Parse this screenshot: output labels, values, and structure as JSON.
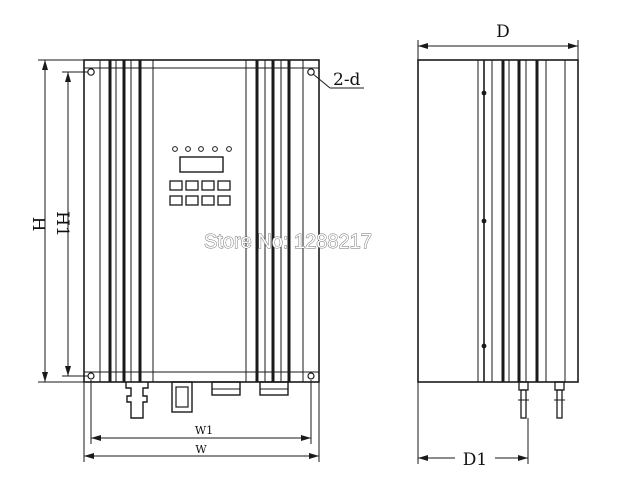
{
  "labels": {
    "height": "H",
    "height_inner": "H1",
    "width": "W",
    "width_inner": "W1",
    "depth": "D",
    "depth_inner": "D1",
    "hole_note": "2-d"
  },
  "watermark": "Store No: 1288217",
  "colors": {
    "line": "#1a1a1a",
    "background": "#ffffff",
    "watermark_outline": "#6a6a6a"
  }
}
